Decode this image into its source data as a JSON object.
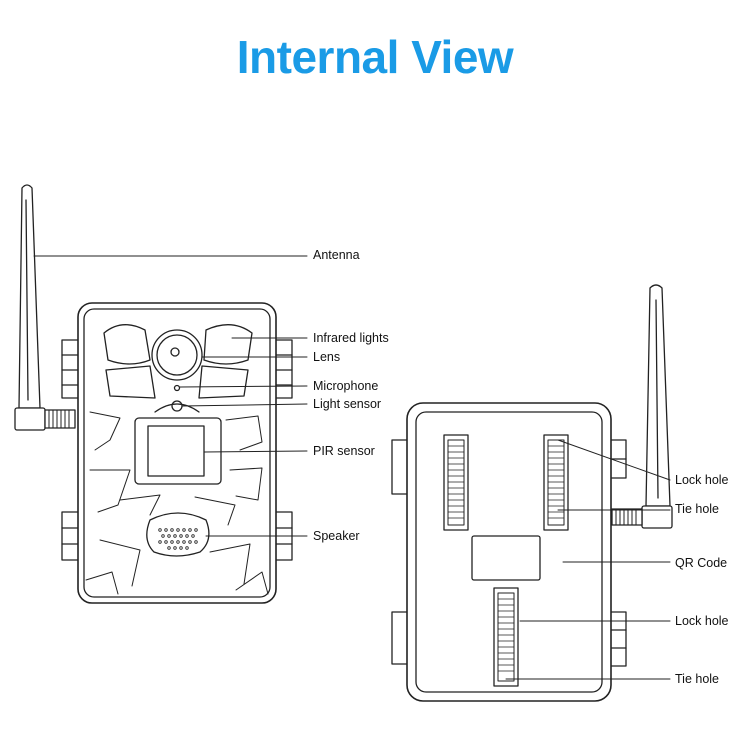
{
  "page": {
    "title": "Internal View",
    "title_color": "#1a9be6",
    "line_color": "#222222",
    "fill_color": "#ffffff"
  },
  "front_view": {
    "callouts": [
      {
        "name": "antenna",
        "label": "Antenna"
      },
      {
        "name": "infrared-lights",
        "label": "Infrared lights"
      },
      {
        "name": "lens",
        "label": "Lens"
      },
      {
        "name": "microphone",
        "label": "Microphone"
      },
      {
        "name": "light-sensor",
        "label": "Light sensor"
      },
      {
        "name": "pir-sensor",
        "label": "PIR sensor"
      },
      {
        "name": "speaker",
        "label": "Speaker"
      }
    ]
  },
  "back_view": {
    "callouts": [
      {
        "name": "lock-hole-top",
        "label": "Lock hole"
      },
      {
        "name": "tie-hole-top",
        "label": "Tie hole"
      },
      {
        "name": "qr-code",
        "label": "QR Code"
      },
      {
        "name": "lock-hole-bottom",
        "label": "Lock hole"
      },
      {
        "name": "tie-hole-bottom",
        "label": "Tie hole"
      }
    ]
  }
}
